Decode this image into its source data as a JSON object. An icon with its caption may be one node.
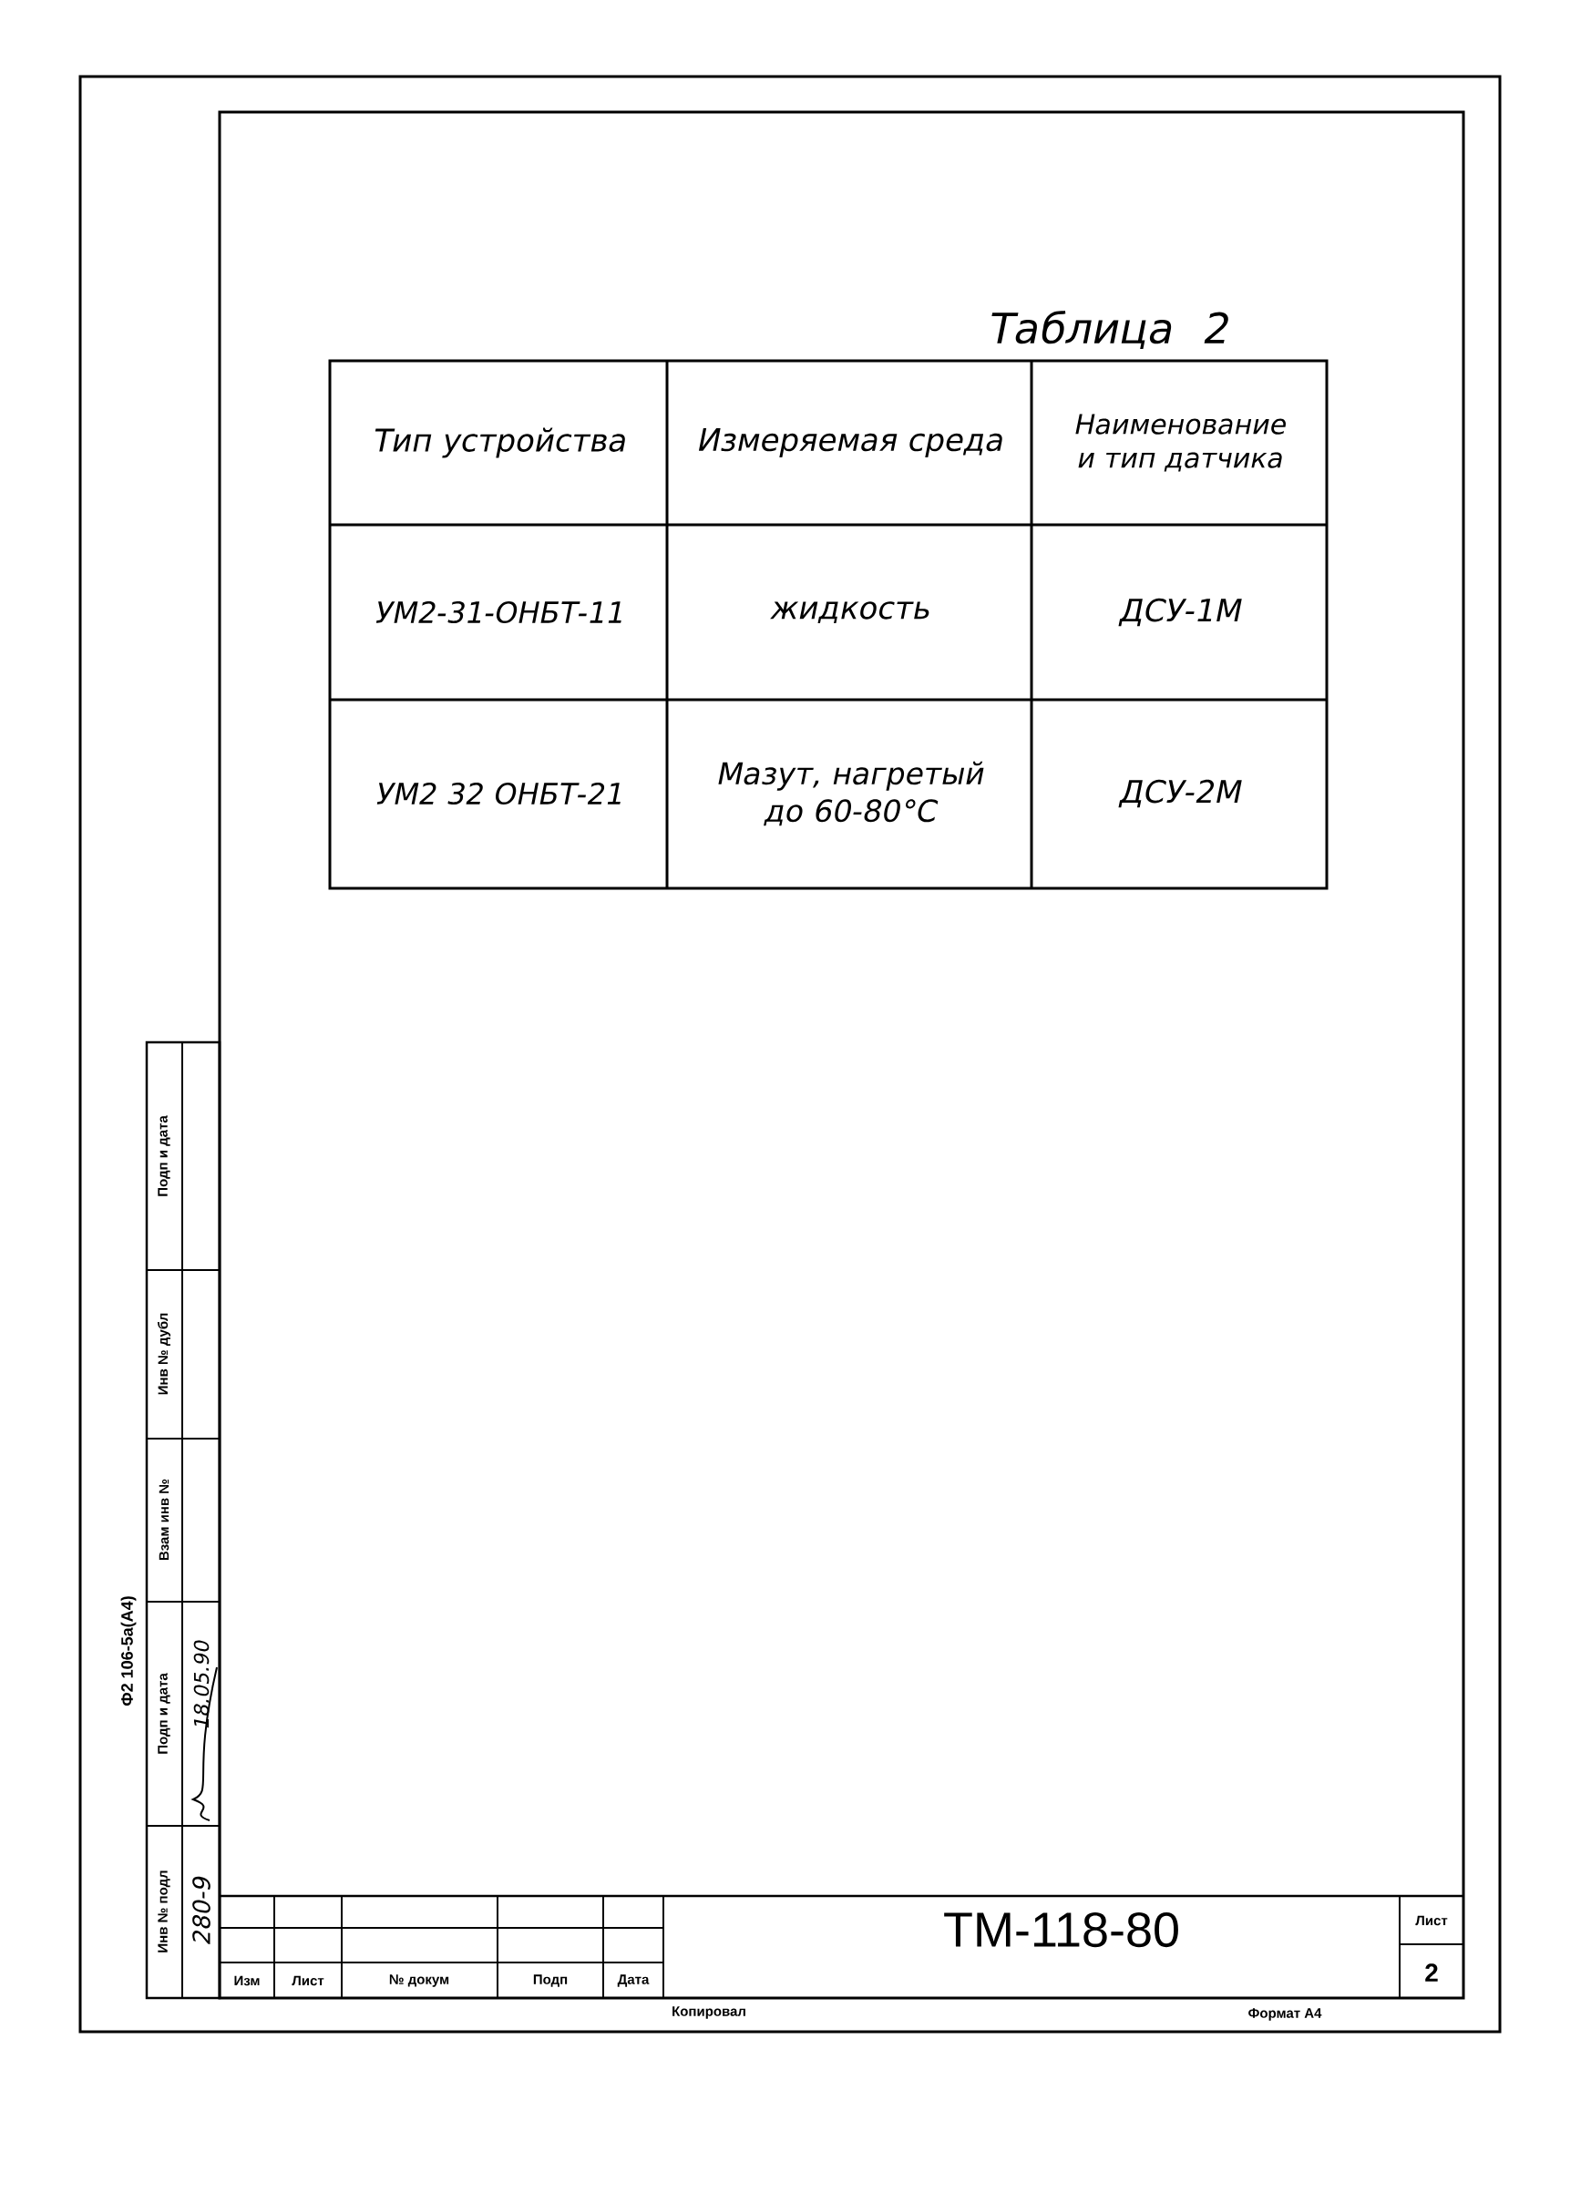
{
  "diagram": {
    "title": "Таблица 2",
    "labels": [
      "Тип устройства",
      "Измеряемая среда",
      "Наименование и тип датчика",
      "УМ2-31-ОНБТ-11",
      "жидкость",
      "ДСУ-1М",
      "УМ2 32 ОНБТ-21",
      "Мазут, нагретый до 60-80°С",
      "ДСУ-2М",
      "Инв № подл",
      "280-9",
      "Подп и дата",
      "18.05.90",
      "Взам инв №",
      "Инв № дубл",
      "Подп и дата",
      "Ф2 106-5а(А4)",
      "Изм",
      "Лист",
      "№ докум",
      "Подп",
      "Дата",
      "ТМ-118-80",
      "Лист",
      "2",
      "Копировал",
      "Формат А4"
    ]
  }
}
